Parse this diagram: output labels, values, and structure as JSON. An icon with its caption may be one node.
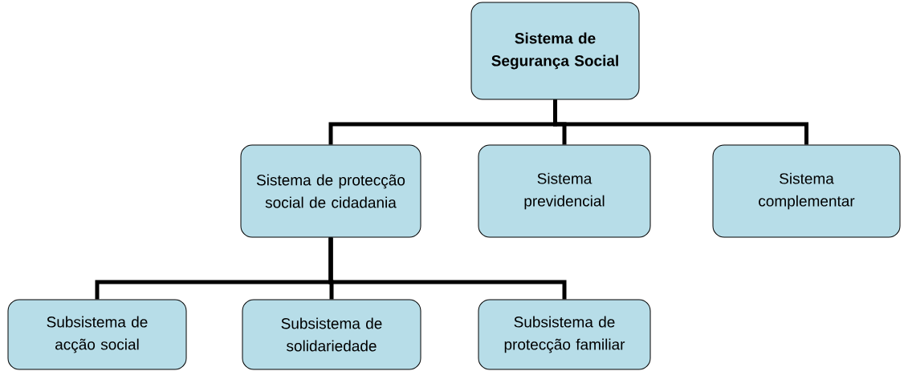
{
  "diagram": {
    "nodes": [
      {
        "text": [
          "Sistema de Segurança Social"
        ]
      },
      {
        "text": [
          "Sistema de protecção social de cidadania"
        ]
      },
      {
        "text": [
          "Sistema previdencial"
        ]
      },
      {
        "text": [
          "Sistema complementar"
        ]
      },
      {
        "text": [
          "Subsistema de acção social"
        ]
      },
      {
        "text": [
          "Subsistema de solidariedade"
        ]
      },
      {
        "text": [
          "Subsistema de protecção familiar"
        ]
      }
    ],
    "edges": [
      {
        "from": 0,
        "to": 1,
        "arrow": "none"
      },
      {
        "from": 0,
        "to": 2,
        "arrow": "none"
      },
      {
        "from": 0,
        "to": 3,
        "arrow": "none"
      },
      {
        "from": 1,
        "to": 4,
        "arrow": "none"
      },
      {
        "from": 1,
        "to": 5,
        "arrow": "none"
      },
      {
        "from": 1,
        "to": 6,
        "arrow": "none"
      }
    ]
  }
}
